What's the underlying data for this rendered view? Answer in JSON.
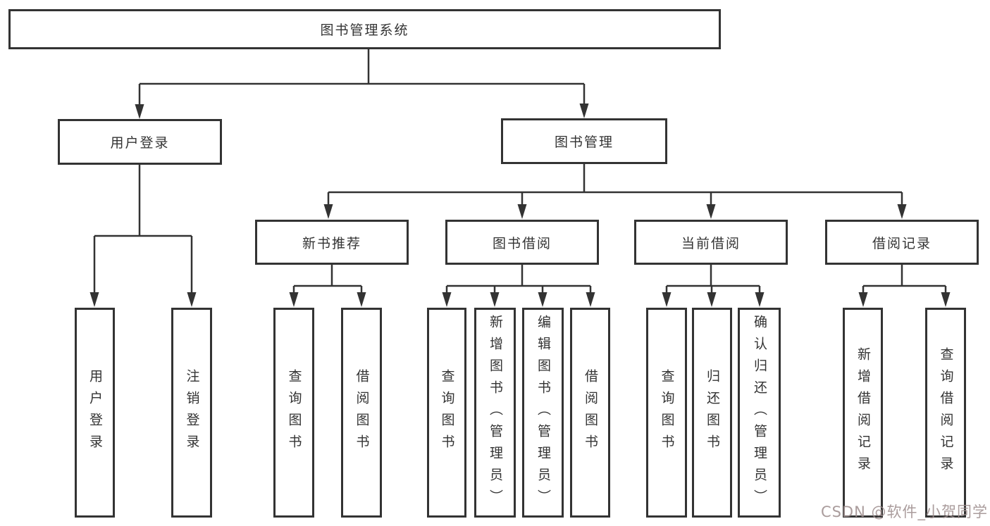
{
  "diagram": {
    "nodes": {
      "root": "图书管理系统",
      "user_login": "用户登录",
      "book_mgmt": "图书管理",
      "new_book_rec": "新书推荐",
      "book_borrow": "图书借阅",
      "current_borrow": "当前借阅",
      "borrow_records": "借阅记录",
      "leaf_user_login": "用户登录",
      "leaf_logout": "注销登录",
      "leaf_query_book_a": "查询图书",
      "leaf_borrow_book_a": "借阅图书",
      "leaf_query_book_b": "查询图书",
      "leaf_add_book": "新增图书（管理员）",
      "leaf_edit_book": "编辑图书（管理员）",
      "leaf_borrow_book_b": "借阅图书",
      "leaf_query_book_c": "查询图书",
      "leaf_return_book": "归还图书",
      "leaf_confirm_return": "确认归还（管理员）",
      "leaf_add_record": "新增借阅记录",
      "leaf_query_record": "查询借阅记录"
    },
    "edges": [
      [
        "图书管理系统",
        "用户登录"
      ],
      [
        "图书管理系统",
        "图书管理"
      ],
      [
        "用户登录",
        "用户登录"
      ],
      [
        "用户登录",
        "注销登录"
      ],
      [
        "图书管理",
        "新书推荐"
      ],
      [
        "图书管理",
        "图书借阅"
      ],
      [
        "图书管理",
        "当前借阅"
      ],
      [
        "图书管理",
        "借阅记录"
      ],
      [
        "新书推荐",
        "查询图书"
      ],
      [
        "新书推荐",
        "借阅图书"
      ],
      [
        "图书借阅",
        "查询图书"
      ],
      [
        "图书借阅",
        "新增图书（管理员）"
      ],
      [
        "图书借阅",
        "编辑图书（管理员）"
      ],
      [
        "图书借阅",
        "借阅图书"
      ],
      [
        "当前借阅",
        "查询图书"
      ],
      [
        "当前借阅",
        "归还图书"
      ],
      [
        "当前借阅",
        "确认归还（管理员）"
      ],
      [
        "借阅记录",
        "新增借阅记录"
      ],
      [
        "借阅记录",
        "查询借阅记录"
      ]
    ]
  },
  "watermark": {
    "text": "CSDN @软件_小贺同学"
  },
  "colors": {
    "line": "#333333",
    "box_border": "#333333",
    "text": "#333333",
    "background": "#ffffff",
    "watermark": "#9e8e8e"
  }
}
